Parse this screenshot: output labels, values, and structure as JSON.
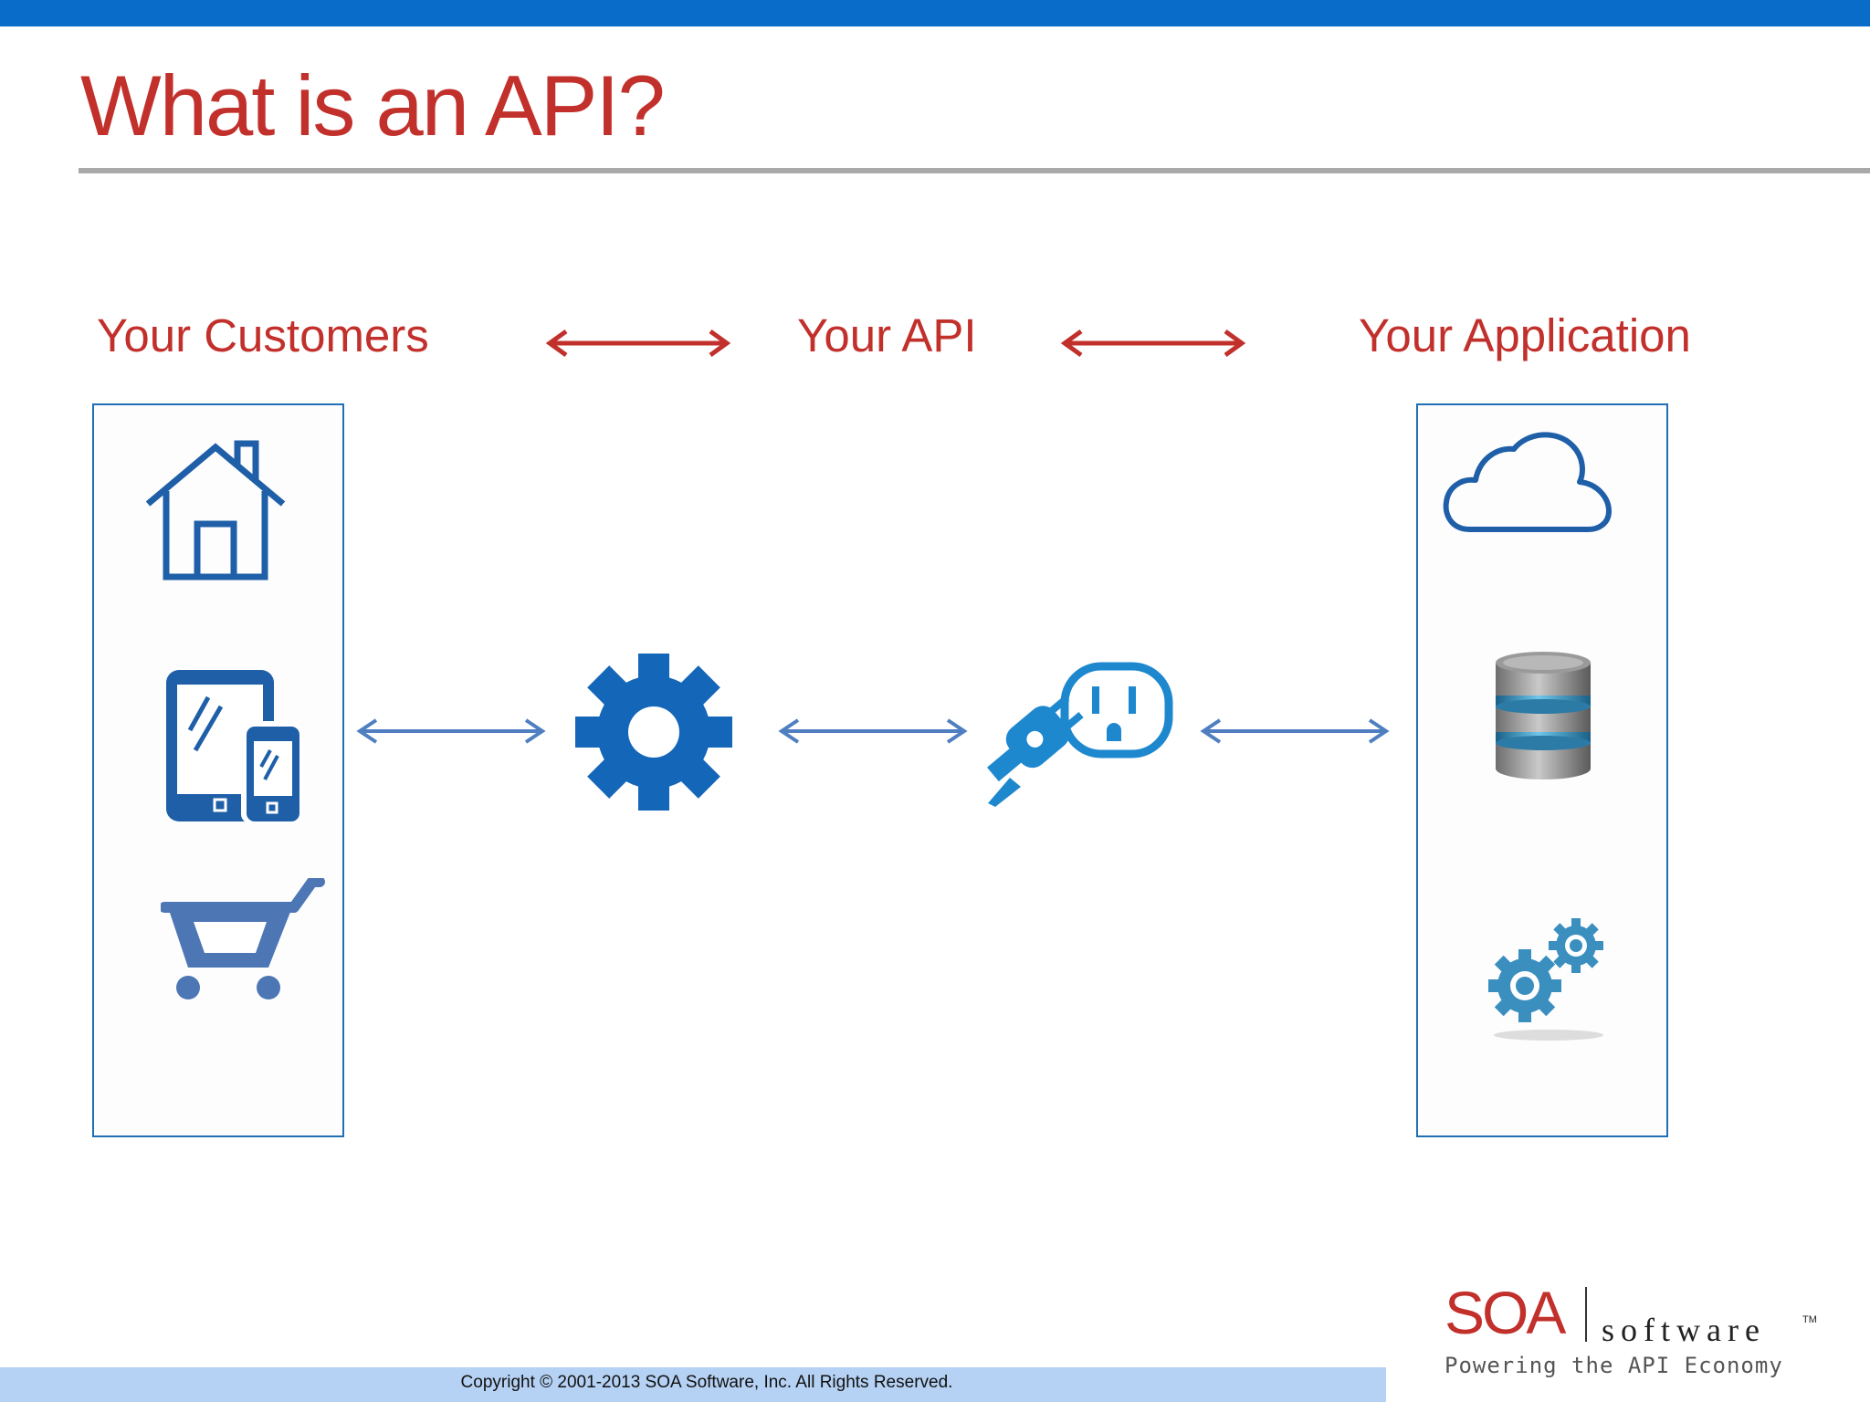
{
  "slide": {
    "title": "What is an API?",
    "copyright": "Copyright © 2001-2013 SOA Software, Inc. All Rights Reserved."
  },
  "columns": {
    "customers": "Your Customers",
    "api": "Your API",
    "application": "Your Application"
  },
  "icons": {
    "customers_box": [
      "house-icon",
      "tablet-phone-icon",
      "shopping-cart-icon"
    ],
    "middle": [
      "gear-icon",
      "plug-socket-icon"
    ],
    "application_box": [
      "cloud-icon",
      "database-icon",
      "gears-icon"
    ]
  },
  "logo": {
    "brand": "SOA",
    "word": "software",
    "tm": "TM",
    "tagline": "Powering the API Economy"
  },
  "colors": {
    "accent_red": "#c2302c",
    "brand_blue": "#0a6cc9",
    "icon_blue": "#1e5fa8",
    "arrow_blue": "#4f7fc1",
    "footer_bar": "#b5d1f3"
  }
}
